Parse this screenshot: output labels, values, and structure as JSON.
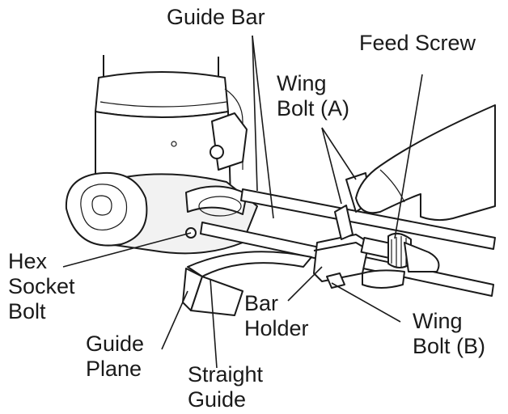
{
  "labels": {
    "guide_bar": "Guide Bar",
    "feed_screw": "Feed Screw",
    "wing_bolt_a": [
      "Wing",
      "Bolt (A)"
    ],
    "hex_socket_bolt": [
      "Hex",
      "Socket",
      "Bolt"
    ],
    "bar_holder": [
      "Bar",
      "Holder"
    ],
    "wing_bolt_b": [
      "Wing",
      "Bolt (B)"
    ],
    "guide_plane": [
      "Guide",
      "Plane"
    ],
    "straight_guide": [
      "Straight",
      "Guide"
    ]
  },
  "colors": {
    "line": "#1a1a1a",
    "background": "#ffffff"
  }
}
